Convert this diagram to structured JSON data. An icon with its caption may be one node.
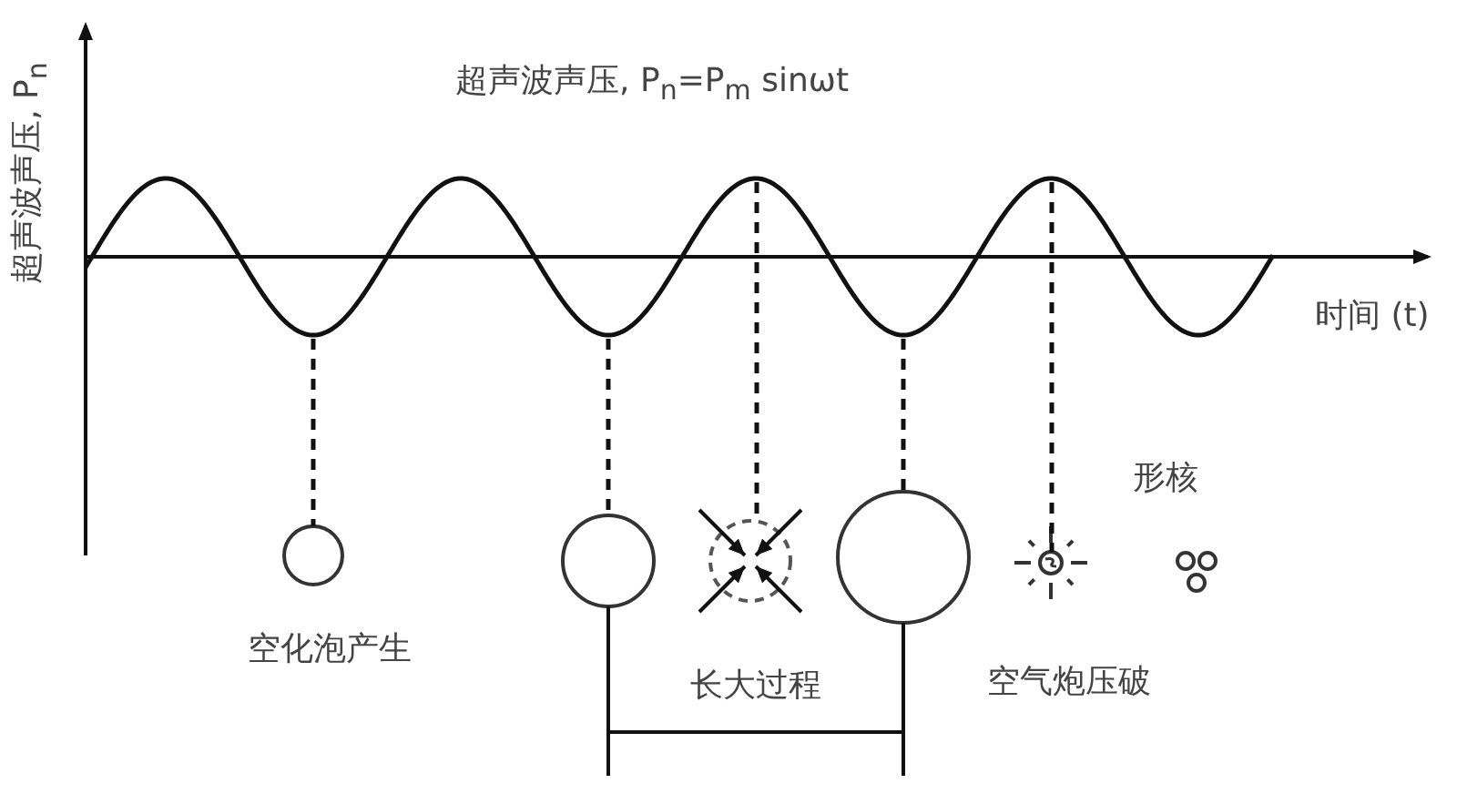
{
  "diagram": {
    "nodes": [
      {
        "text": [],
        "shape": "circle",
        "beside": [
          "空化泡产生"
        ]
      },
      {
        "text": [],
        "shape": "circle"
      },
      {
        "text": [],
        "shape": "circle"
      },
      {
        "text": [],
        "shape": "circle"
      },
      {
        "text": [],
        "shape": "picture",
        "beside": [
          "空气炮压破"
        ]
      },
      {
        "text": [],
        "shape": "picture",
        "beside": [
          "形核"
        ]
      }
    ],
    "edges": [
      {
        "from": null,
        "to": 0,
        "arrow": "none",
        "style": "dashed"
      },
      {
        "from": null,
        "to": 1,
        "arrow": "none",
        "style": "dashed"
      },
      {
        "from": null,
        "to": 2,
        "arrow": "none",
        "style": "dashed"
      },
      {
        "from": null,
        "to": 3,
        "arrow": "none",
        "style": "dashed"
      },
      {
        "from": null,
        "to": 4,
        "arrow": "none",
        "style": "dashed"
      },
      {
        "from": 1,
        "to": 3,
        "arrow": "none",
        "label": "长大过程"
      }
    ],
    "labels": [
      "超声波声压, P$_{n}$",
      "超声波声压, P$_{n}$=P$_{m}$ sinωt",
      "时间 (t)"
    ]
  }
}
